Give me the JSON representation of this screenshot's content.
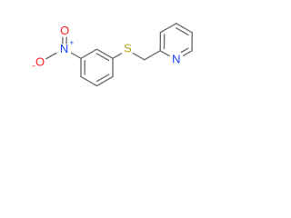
{
  "molecule": {
    "atoms": {
      "sulfur": {
        "label": "S",
        "color": "#b8a21b"
      },
      "pyridine_nitrogen": {
        "label": "N",
        "color": "#1a46ff"
      },
      "nitro_nitrogen": {
        "label": "N",
        "charge": "+",
        "color": "#1a46ff"
      },
      "nitro_oxygen_top": {
        "label": "O",
        "color": "#ff1f1f"
      },
      "nitro_oxygen_bottom": {
        "label": "O",
        "charge": "−",
        "color": "#ff1f1f"
      }
    },
    "bond_color": "#6b6b6b"
  }
}
